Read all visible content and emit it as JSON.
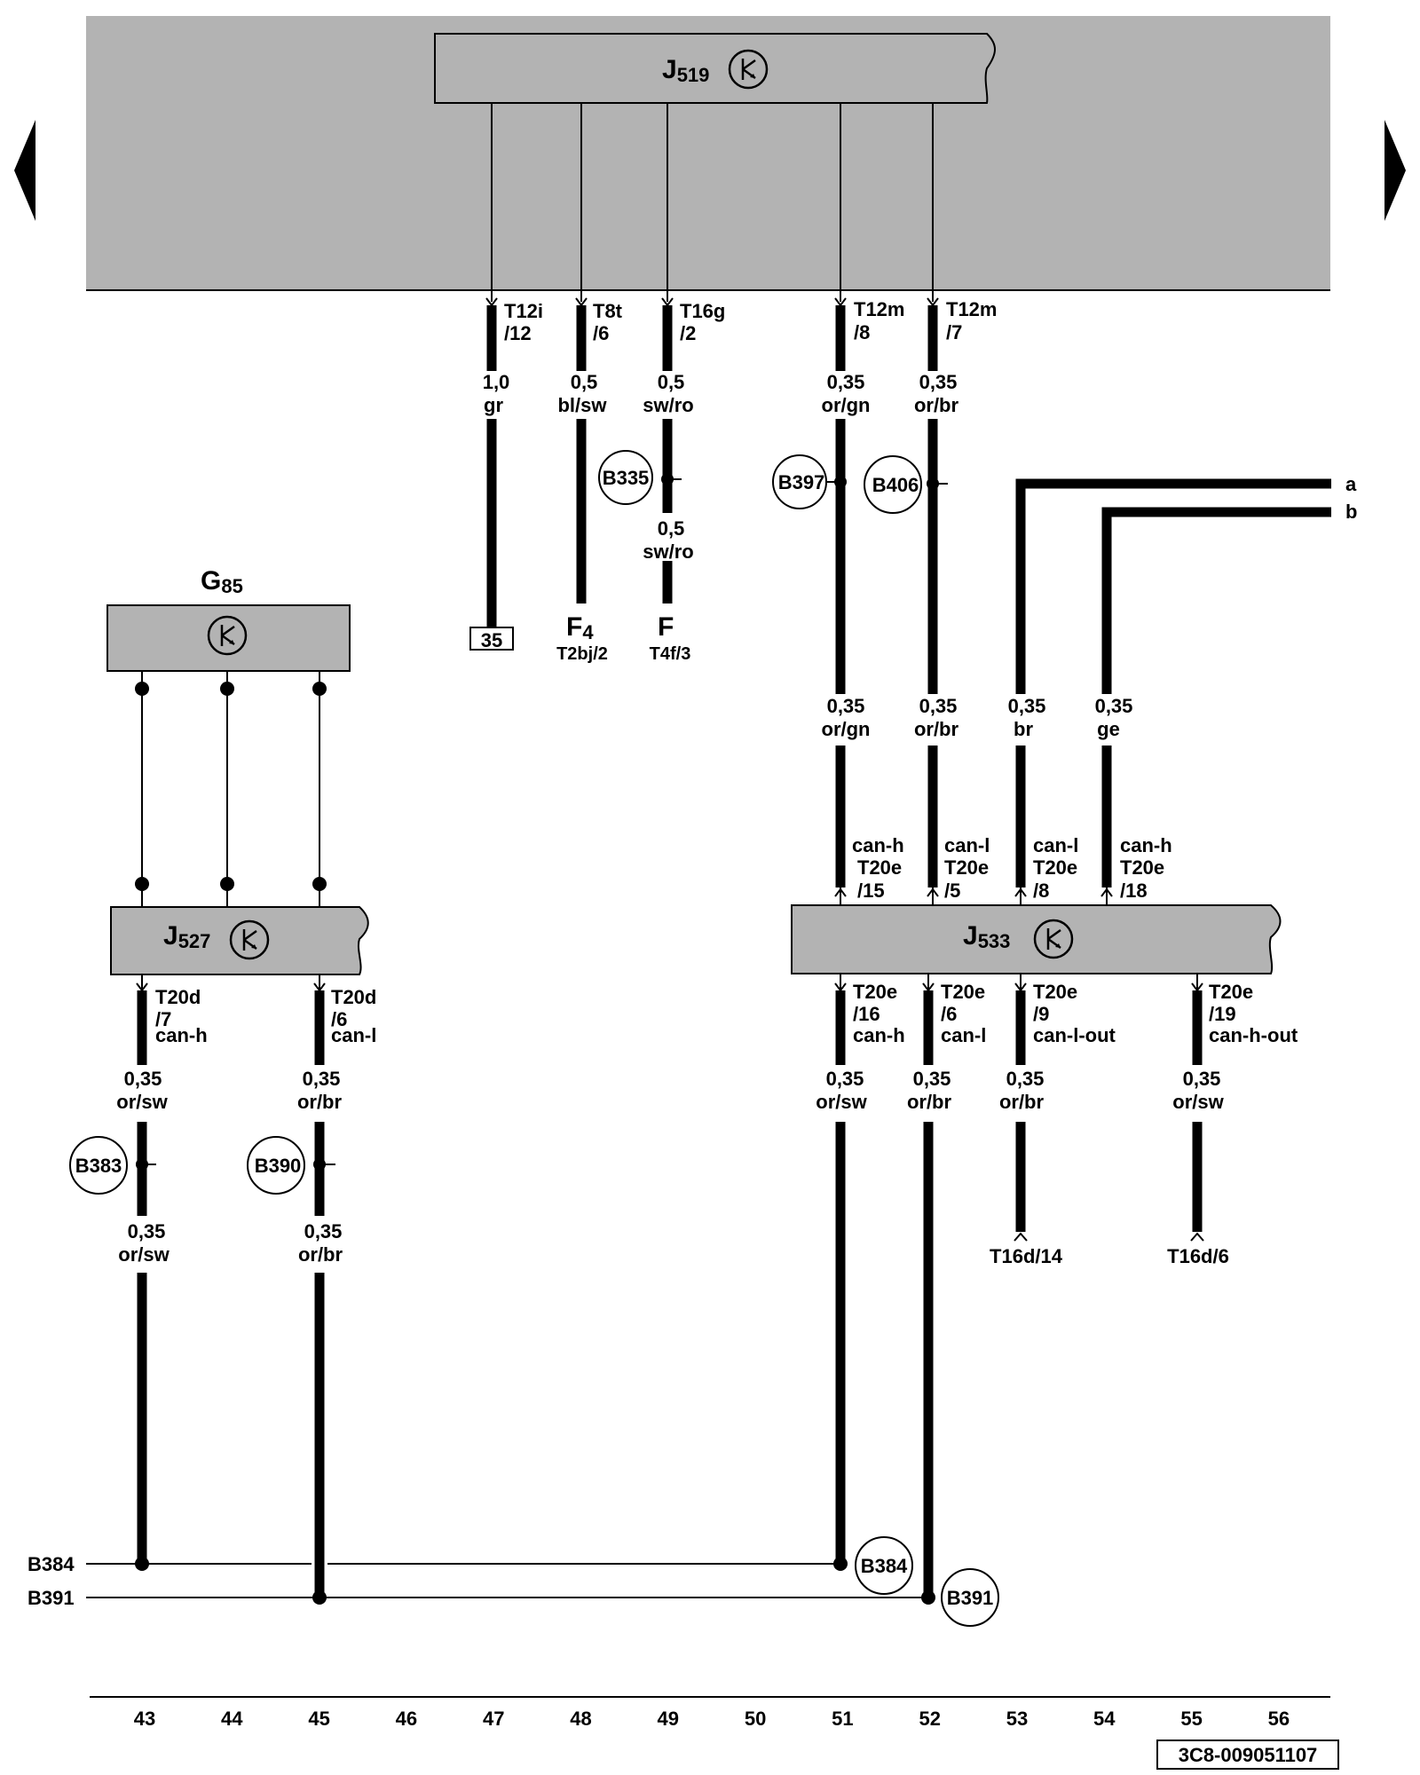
{
  "nav": {
    "prev_icon": "left-triangle-icon",
    "next_icon": "right-triangle-icon"
  },
  "components": {
    "j519": {
      "name": "J",
      "sub": "519",
      "icon": "control-unit-icon"
    },
    "g85": {
      "name": "G",
      "sub": "85",
      "icon": "control-unit-icon"
    },
    "j527": {
      "name": "J",
      "sub": "527",
      "icon": "control-unit-icon"
    },
    "j533": {
      "name": "J",
      "sub": "533",
      "icon": "control-unit-icon"
    }
  },
  "j519_wires": {
    "w47": {
      "conn": "T12i",
      "pin": "/12",
      "size": "1,0",
      "color": "gr",
      "end": "35"
    },
    "w48": {
      "conn": "T8t",
      "pin": "/6",
      "size": "0,5",
      "color": "bl/sw",
      "dest": "F",
      "dest_sub": "4",
      "dest_ref": "T2bj/2"
    },
    "w49": {
      "conn": "T16g",
      "pin": "/2",
      "size": "0,5",
      "color": "sw/ro",
      "size2": "0,5",
      "color2": "sw/ro",
      "dest": "F",
      "dest_ref": "T4f/3"
    },
    "w51": {
      "conn": "T12m",
      "pin": "/8",
      "size": "0,35",
      "color": "or/gn",
      "size2": "0,35",
      "color2": "or/gn"
    },
    "w52": {
      "conn": "T12m",
      "pin": "/7",
      "size": "0,35",
      "color": "or/br",
      "size2": "0,35",
      "color2": "or/br"
    }
  },
  "cross_refs": {
    "a": "a",
    "b": "b"
  },
  "wires_53_54": {
    "w53": {
      "size": "0,35",
      "color": "br"
    },
    "w54": {
      "size": "0,35",
      "color": "ge"
    }
  },
  "j533_in": {
    "p51": {
      "sig": "can-h",
      "conn": "T20e",
      "pin": "/15"
    },
    "p52": {
      "sig": "can-l",
      "conn": "T20e",
      "pin": "/5"
    },
    "p53": {
      "sig": "can-l",
      "conn": "T20e",
      "pin": "/8"
    },
    "p54": {
      "sig": "can-h",
      "conn": "T20e",
      "pin": "/18"
    }
  },
  "j533_out": {
    "p51": {
      "conn": "T20e",
      "pin": "/16",
      "sig": "can-h",
      "size": "0,35",
      "color": "or/sw"
    },
    "p52": {
      "conn": "T20e",
      "pin": "/6",
      "sig": "can-l",
      "size": "0,35",
      "color": "or/br"
    },
    "p53": {
      "conn": "T20e",
      "pin": "/9",
      "sig": "can-l-out",
      "size": "0,35",
      "color": "or/br",
      "end": "T16d/14"
    },
    "p55": {
      "conn": "T20e",
      "pin": "/19",
      "sig": "can-h-out",
      "size": "0,35",
      "color": "or/sw",
      "end": "T16d/6"
    }
  },
  "j527_out": {
    "p43": {
      "conn": "T20d",
      "pin": "/7",
      "sig": "can-h",
      "size": "0,35",
      "color": "or/sw",
      "size2": "0,35",
      "color2": "or/sw"
    },
    "p45": {
      "conn": "T20d",
      "pin": "/6",
      "sig": "can-l",
      "size": "0,35",
      "color": "or/br",
      "size2": "0,35",
      "color2": "or/br"
    }
  },
  "splices": {
    "b335": "B335",
    "b397": "B397",
    "b406": "B406",
    "b383": "B383",
    "b390": "B390",
    "b384": "B384",
    "b391": "B391"
  },
  "bus_labels": {
    "b384": "B384",
    "b391": "B391"
  },
  "tracks": [
    "43",
    "44",
    "45",
    "46",
    "47",
    "48",
    "49",
    "50",
    "51",
    "52",
    "53",
    "54",
    "55",
    "56"
  ],
  "diagram_id": "3C8-009051107"
}
